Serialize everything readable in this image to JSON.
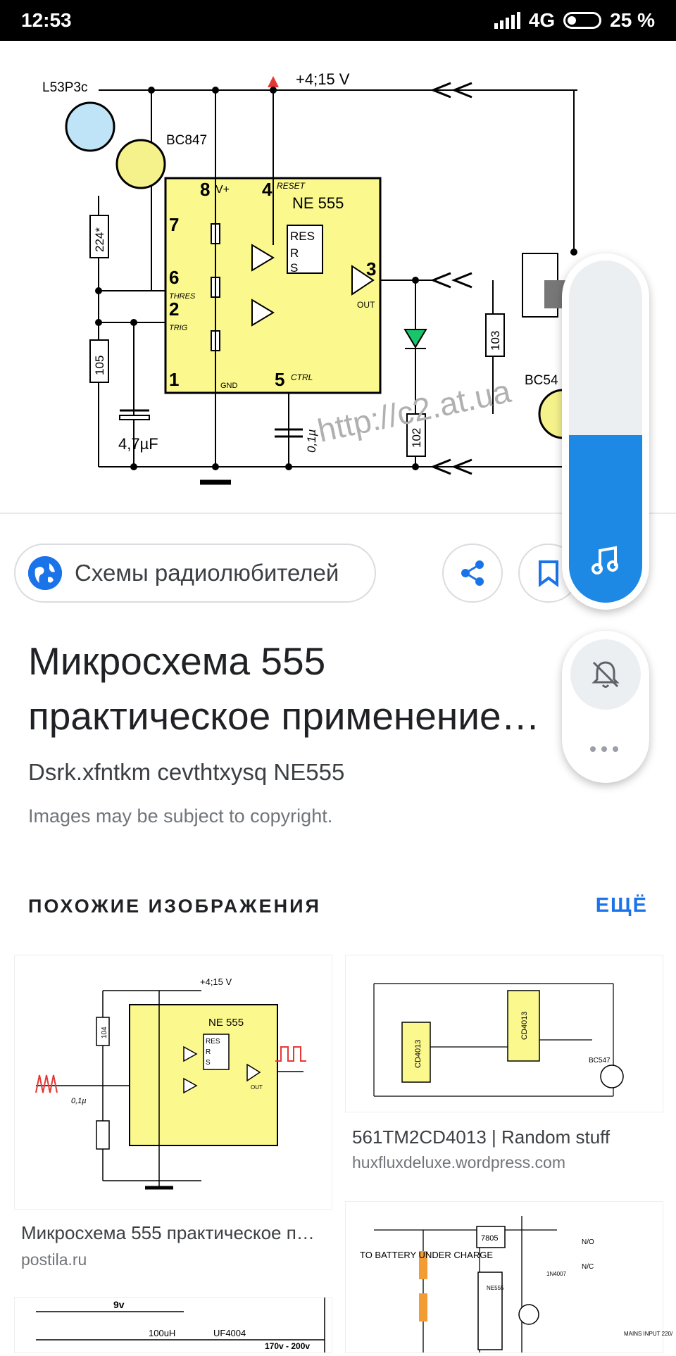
{
  "status_bar": {
    "time": "12:53",
    "network": "4G",
    "battery": "25 %"
  },
  "hero_schematic": {
    "supply": "+4;15 V",
    "phototransistor": "L53P3c",
    "transistor": "BC847",
    "transistor2": "BC54",
    "chip": "NE 555",
    "pin_8": "8",
    "pin_4": "4",
    "pin_7": "7",
    "pin_6": "6",
    "pin_2": "2",
    "pin_1": "1",
    "pin_5": "5",
    "pin_3": "3",
    "v_plus": "V+",
    "reset_lbl": "RESET",
    "res": "RES",
    "r": "R",
    "s": "S",
    "out": "OUT",
    "thres": "THRES",
    "trig": "TRIG",
    "gnd": "GND",
    "ctrl": "CTRL",
    "res_224": "224*",
    "res_105": "105",
    "res_103": "103",
    "res_102": "102",
    "cap": "4,7µF",
    "cap2": "0,1µ",
    "watermark": "http://c2.at.ua"
  },
  "source_chip": {
    "label": "Схемы радиолюбителей",
    "icon": "globe-icon"
  },
  "actions": {
    "share_icon": "share-icon",
    "bookmark_icon": "bookmark-icon"
  },
  "result": {
    "title": "Микросхема 555 практическое применение…",
    "subtitle": "Dsrk.xfntkm cevthtxysq NE555",
    "copyright": "Images may be subject to copyright."
  },
  "related": {
    "heading": "ПОХОЖИЕ ИЗОБРАЖЕНИЯ",
    "more": "ЕЩЁ",
    "items": [
      {
        "title": "Микросхема 555 практическое п…",
        "site": "postila.ru"
      },
      {
        "title": "561TM2CD4013 | Random stuff",
        "site": "huxfluxdeluxe.wordpress.com"
      }
    ],
    "thumb1": {
      "supply": "+4;15 V",
      "chip": "NE 555",
      "res": "RES",
      "r": "R",
      "s": "S",
      "out": "OUT",
      "r104": "104",
      "cap": "0,1µ"
    },
    "thumb2": {
      "chip1": "CD4013",
      "chip2": "CD4013",
      "tr": "BC547"
    },
    "thumb3": {
      "v": "9v",
      "ind": "100uH",
      "diode": "UF4004",
      "volt": "170v - 200v"
    },
    "thumb4": {
      "reg": "7805",
      "chip": "NE555",
      "to": "TO BATTERY UNDER CHARGE",
      "diode": "1N4007",
      "no": "N/O",
      "nc": "N/C",
      "mains": "MAINS INPUT 220/"
    }
  },
  "volume_panel": {
    "level": 0.49,
    "icon": "music-note-icon",
    "ring_icon": "bell-off-icon"
  }
}
